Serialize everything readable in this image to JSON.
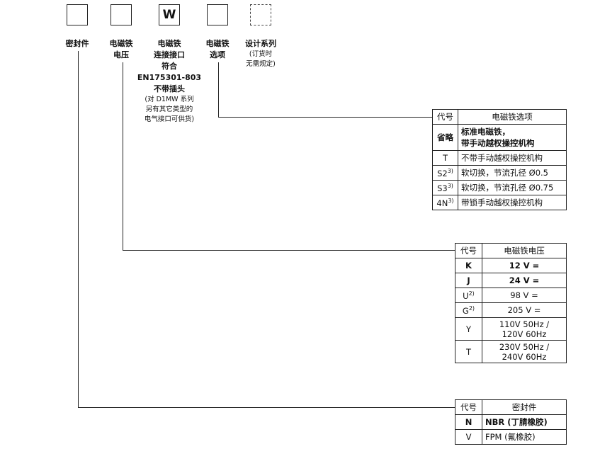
{
  "boxes": [
    {
      "id": "seal",
      "value": ""
    },
    {
      "id": "voltage",
      "value": ""
    },
    {
      "id": "connector",
      "value": "W"
    },
    {
      "id": "options",
      "value": ""
    },
    {
      "id": "series",
      "value": ""
    }
  ],
  "labels": {
    "seal": "密封件",
    "voltage_1": "电磁铁",
    "voltage_2": "电压",
    "connector_1": "电磁铁",
    "connector_2": "连接接口",
    "connector_3": "符合",
    "connector_4": "EN175301-803",
    "connector_5": "不带插头",
    "connector_note_1": "(对 D1MW 系列",
    "connector_note_2": "另有其它类型的",
    "connector_note_3": "电气接口可供货)",
    "options_1": "电磁铁",
    "options_2": "选项",
    "series_1": "设计系列",
    "series_note_1": "(订货时",
    "series_note_2": "无需规定)"
  },
  "options_table": {
    "header_code": "代号",
    "header_desc": "电磁铁选项",
    "rows": [
      {
        "code": "省略",
        "sup": "",
        "desc_1": "标准电磁铁，",
        "desc_2": "带手动越权操控机构"
      },
      {
        "code": "T",
        "sup": "",
        "desc_1": "不带手动越权操控机构",
        "desc_2": ""
      },
      {
        "code": "S2",
        "sup": "3)",
        "desc_1": "软切换，节流孔径 Ø0.5",
        "desc_2": ""
      },
      {
        "code": "S3",
        "sup": "3)",
        "desc_1": "软切换，节流孔径 Ø0.75",
        "desc_2": ""
      },
      {
        "code": "4N",
        "sup": "3)",
        "desc_1": "带锁手动越权操控机构",
        "desc_2": ""
      }
    ]
  },
  "voltage_table": {
    "header_code": "代号",
    "header_desc": "电磁铁电压",
    "rows": [
      {
        "code": "K",
        "sup": "",
        "desc_1": "12 V =",
        "desc_2": ""
      },
      {
        "code": "J",
        "sup": "",
        "desc_1": "24 V =",
        "desc_2": ""
      },
      {
        "code": "U",
        "sup": "2)",
        "desc_1": "98 V =",
        "desc_2": ""
      },
      {
        "code": "G",
        "sup": "2)",
        "desc_1": "205 V =",
        "desc_2": ""
      },
      {
        "code": "Y",
        "sup": "",
        "desc_1": "110V 50Hz /",
        "desc_2": "120V 60Hz"
      },
      {
        "code": "T",
        "sup": "",
        "desc_1": "230V 50Hz /",
        "desc_2": "240V 60Hz"
      }
    ]
  },
  "seal_table": {
    "header_code": "代号",
    "header_desc": "密封件",
    "rows": [
      {
        "code": "N",
        "sup": "",
        "desc_1": "NBR (丁腈橡胶)",
        "desc_2": ""
      },
      {
        "code": "V",
        "sup": "",
        "desc_1": "FPM (氟橡胶)",
        "desc_2": ""
      }
    ]
  }
}
